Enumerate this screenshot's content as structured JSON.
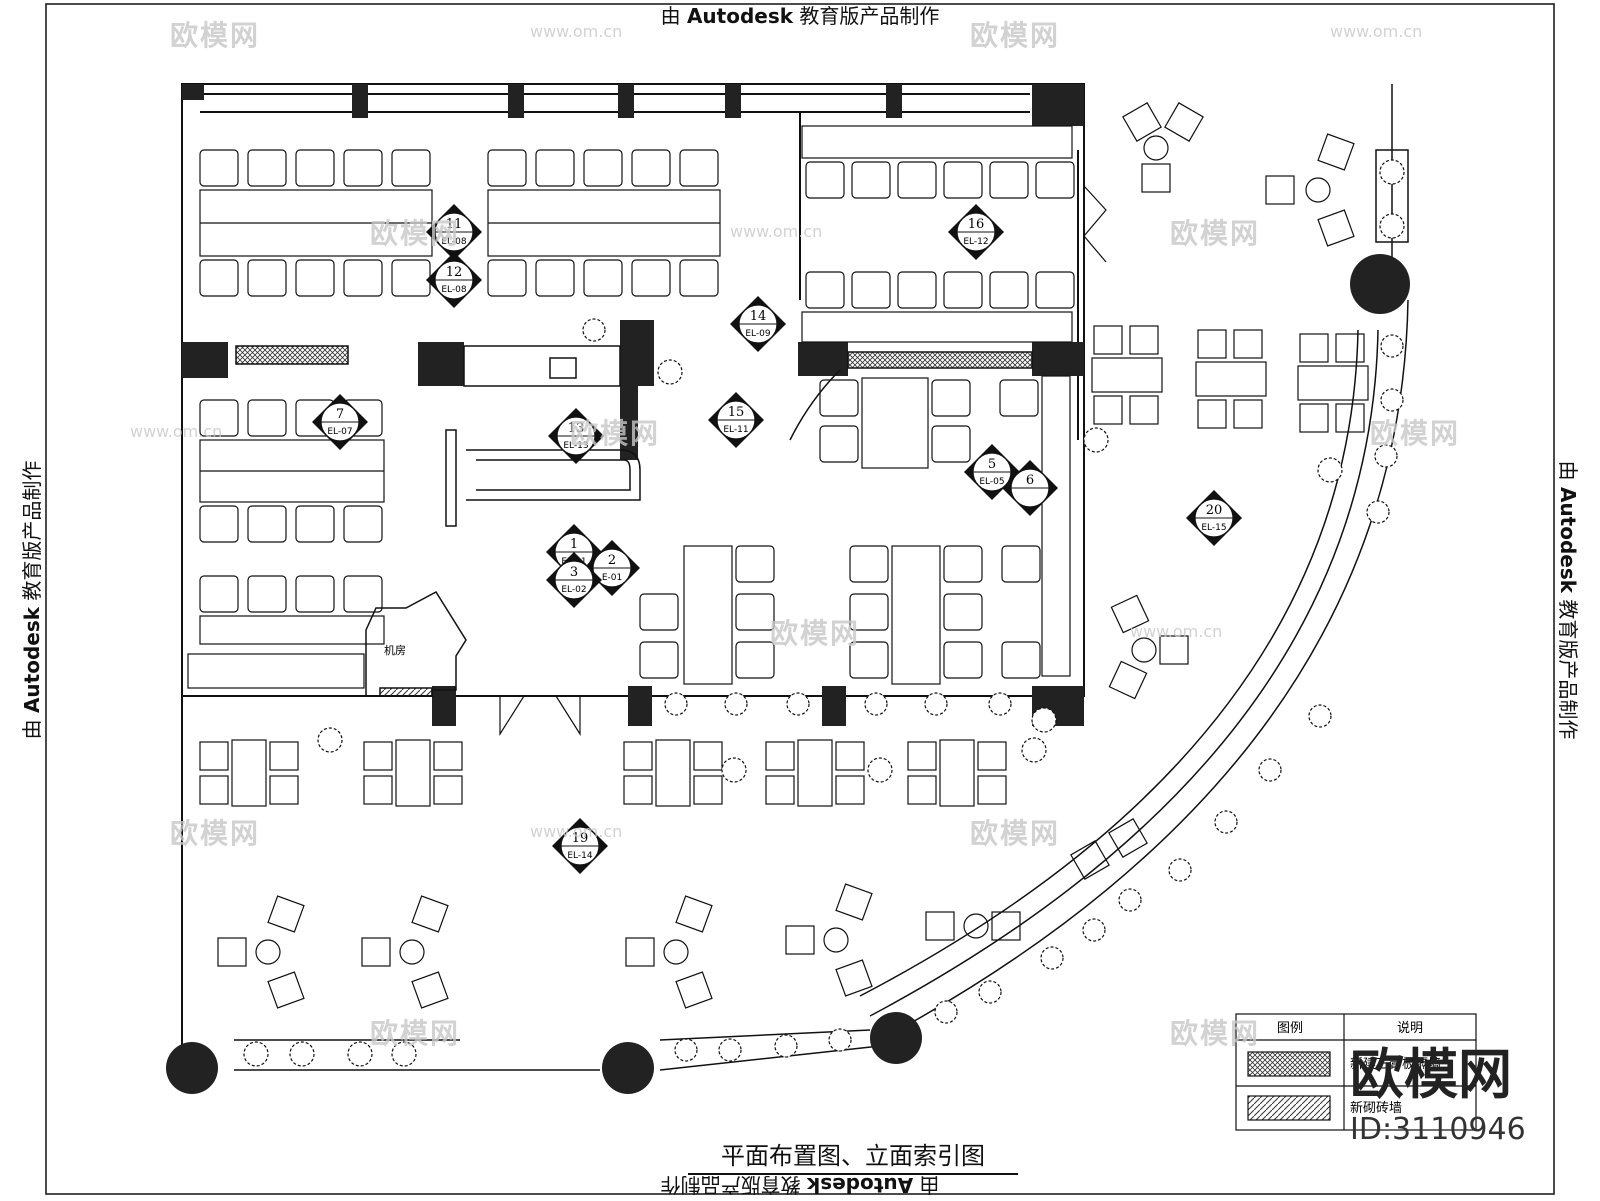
{
  "stamp": {
    "prefix": "由",
    "brand": "Autodesk",
    "suffix": "教育版产品制作"
  },
  "drawing_title": "平面布置图、立面索引图",
  "room_label": "机房",
  "legend": {
    "header_symbol": "图例",
    "header_desc": "说明",
    "rows": [
      {
        "desc": "新建石膏板隔墙"
      },
      {
        "desc": "新砌砖墙"
      }
    ]
  },
  "watermark": {
    "brand": "欧模网",
    "url": "www.om.cn",
    "id": "ID:3110946"
  },
  "index_markers": [
    {
      "num": "1",
      "ref": "EL-01"
    },
    {
      "num": "2",
      "ref": "E-01"
    },
    {
      "num": "3",
      "ref": "EL-02"
    },
    {
      "num": "5",
      "ref": "EL-05"
    },
    {
      "num": "6",
      "ref": ""
    },
    {
      "num": "7",
      "ref": "EL-07"
    },
    {
      "num": "11",
      "ref": "EL-08"
    },
    {
      "num": "12",
      "ref": "EL-08"
    },
    {
      "num": "13",
      "ref": "EL-13"
    },
    {
      "num": "14",
      "ref": "EL-09"
    },
    {
      "num": "15",
      "ref": "EL-11"
    },
    {
      "num": "16",
      "ref": "EL-12"
    },
    {
      "num": "19",
      "ref": "EL-14"
    },
    {
      "num": "20",
      "ref": "EL-15"
    }
  ]
}
